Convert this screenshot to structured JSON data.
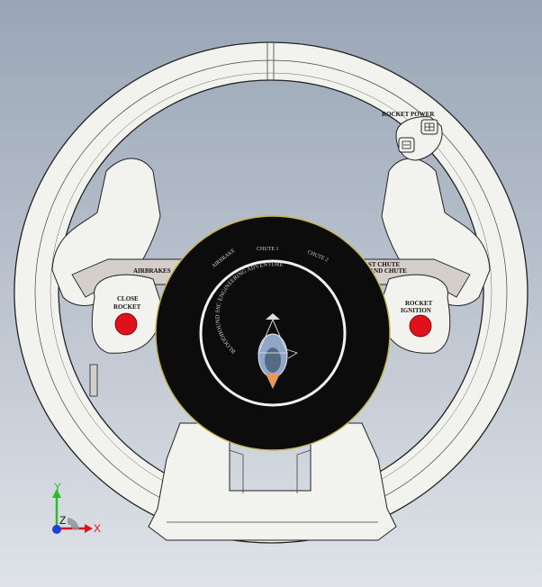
{
  "labels": {
    "rocket_power": "ROCKET POWER",
    "close_rocket_line1": "CLOSE",
    "close_rocket_line2": "ROCKET",
    "rocket_ignition_line1": "ROCKET",
    "rocket_ignition_line2": "IGNITION",
    "airbrakes": "AIRBRAKES",
    "last_chute_line1": "AST CHUTE",
    "last_chute_line2": "AND CHUTE"
  },
  "hub": {
    "airbrake": "AIRBRAKE",
    "chute_1": "CHUTE 1",
    "chute_2": "CHUTE 2",
    "arc_text": "BLOODHOUND SSC ENGINEERING ADVENTURE"
  },
  "axes": {
    "x": "X",
    "y": "Y",
    "z": "Z"
  },
  "colors": {
    "background_top": "#9aa6b6",
    "background_bottom": "#dfe3e8",
    "wheel": "#f2f2ef",
    "button_red": "#e0111a",
    "hub": "#111111",
    "paddle": "#d4cfca",
    "axis_x": "#d9151b",
    "axis_y": "#2dbb2d",
    "axis_z": "#1f3fd6"
  }
}
